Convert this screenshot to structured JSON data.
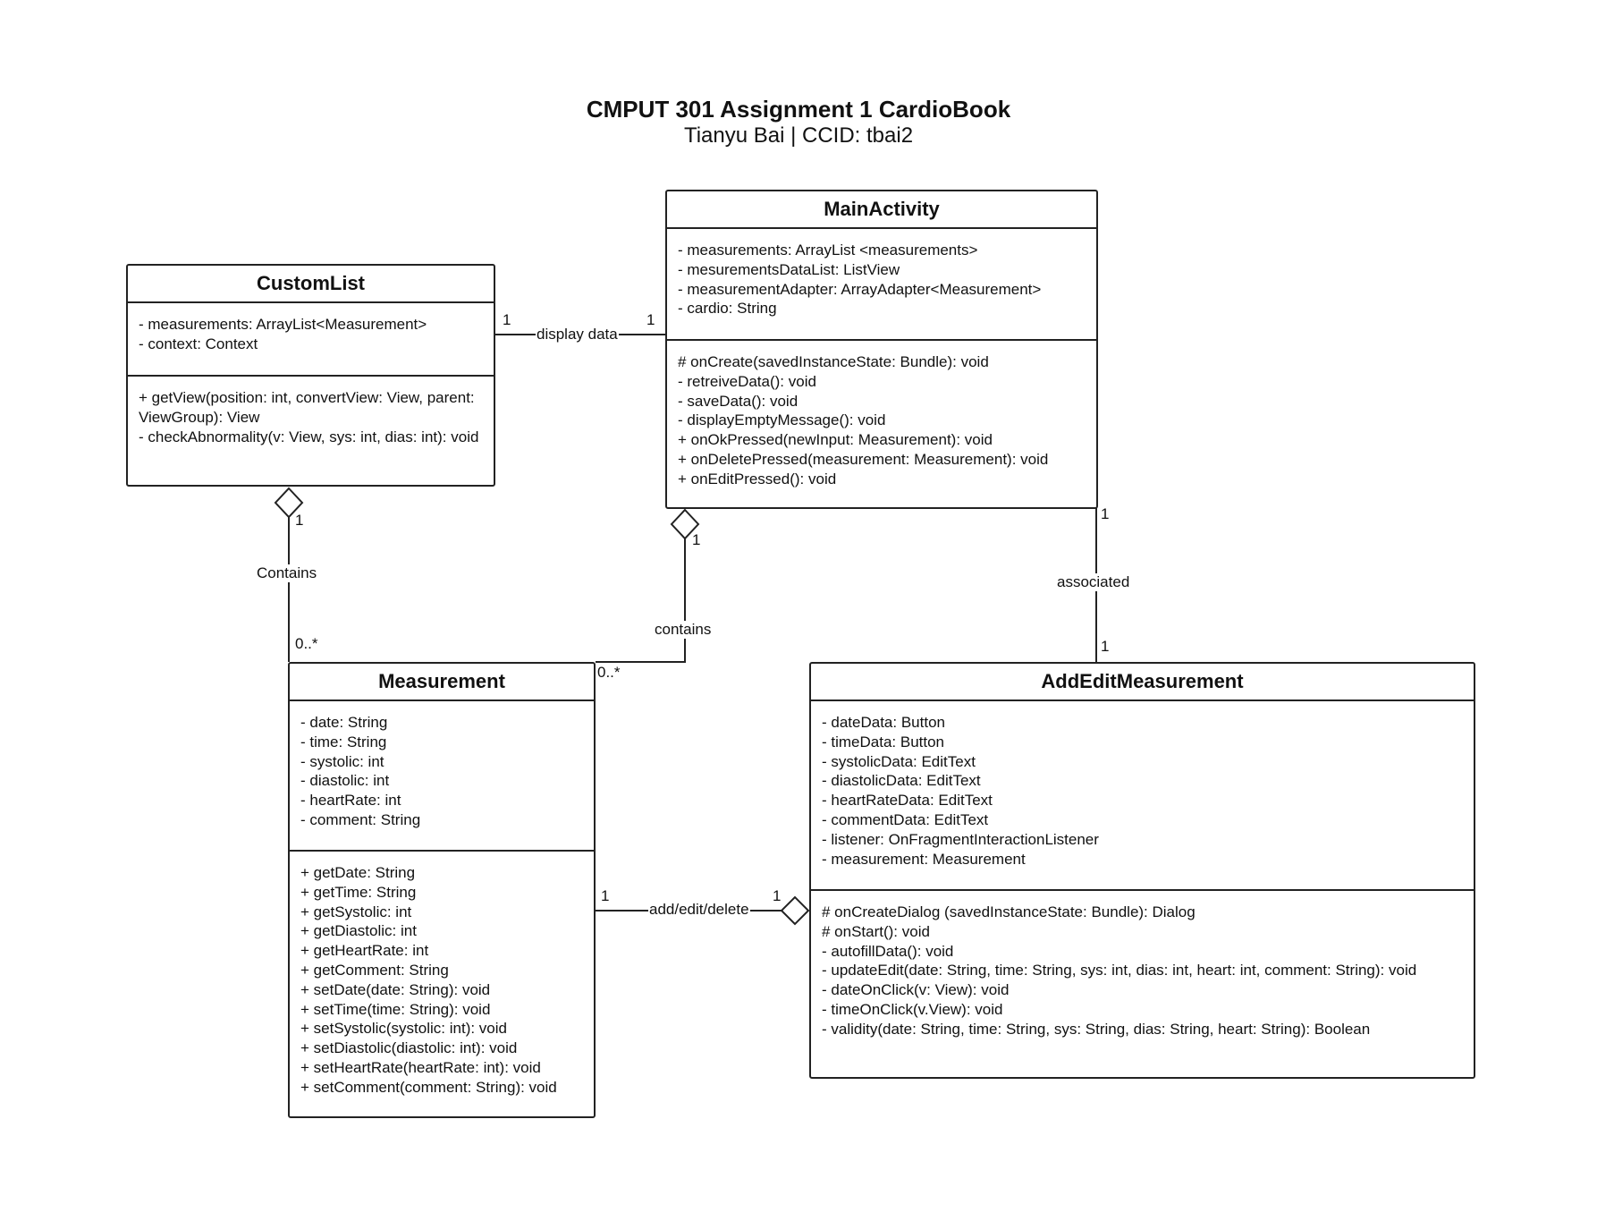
{
  "diagram": {
    "title": "CMPUT 301 Assignment 1 CardioBook",
    "subtitle": "Tianyu Bai |  CCID: tbai2"
  },
  "classes": {
    "custom_list": {
      "name": "CustomList",
      "attributes": [
        "- measurements: ArrayList<Measurement>",
        "- context: Context"
      ],
      "methods": [
        "+ getView(position: int, convertView: View, parent: ViewGroup): View",
        "- checkAbnormality(v: View, sys: int, dias: int): void"
      ]
    },
    "main_activity": {
      "name": "MainActivity",
      "attributes": [
        "- measurements: ArrayList <measurements>",
        "- mesurementsDataList: ListView",
        "- measurementAdapter: ArrayAdapter<Measurement>",
        "- cardio: String"
      ],
      "methods": [
        "# onCreate(savedInstanceState: Bundle): void",
        "- retreiveData(): void",
        "- saveData(): void",
        "- displayEmptyMessage(): void",
        "+ onOkPressed(newInput: Measurement): void",
        "+ onDeletePressed(measurement: Measurement): void",
        "+ onEditPressed(): void"
      ]
    },
    "measurement": {
      "name": "Measurement",
      "attributes": [
        "- date: String",
        "- time: String",
        "- systolic: int",
        "- diastolic: int",
        "- heartRate: int",
        "- comment: String"
      ],
      "methods": [
        "+ getDate: String",
        "+ getTime: String",
        "+ getSystolic: int",
        "+ getDiastolic: int",
        "+ getHeartRate: int",
        "+ getComment: String",
        "+ setDate(date: String): void",
        "+ setTime(time: String): void",
        "+ setSystolic(systolic: int): void",
        "+ setDiastolic(diastolic: int): void",
        "+ setHeartRate(heartRate: int): void",
        "+ setComment(comment: String): void"
      ]
    },
    "add_edit_measurement": {
      "name": "AddEditMeasurement",
      "attributes": [
        "- dateData: Button",
        "- timeData: Button",
        "- systolicData: EditText",
        "- diastolicData: EditText",
        "- heartRateData: EditText",
        "- commentData: EditText",
        "- listener: OnFragmentInteractionListener",
        "- measurement: Measurement"
      ],
      "methods": [
        "# onCreateDialog (savedInstanceState: Bundle): Dialog",
        "# onStart(): void",
        "- autofillData(): void",
        "- updateEdit(date: String, time: String, sys: int, dias: int, heart: int, comment: String): void",
        "- dateOnClick(v: View): void",
        "- timeOnClick(v.View): void",
        "- validity(date: String, time: String, sys: String, dias: String, heart: String): Boolean"
      ]
    }
  },
  "relationships": {
    "display_data": {
      "label": "display data",
      "mult_left": "1",
      "mult_right": "1"
    },
    "custom_list_contains": {
      "label": "Contains",
      "mult_owner": "1",
      "mult_part": "0..*"
    },
    "main_contains": {
      "label": "contains",
      "mult_owner": "1",
      "mult_part": "0..*"
    },
    "associated": {
      "label": "associated",
      "mult_top": "1",
      "mult_bottom": "1"
    },
    "add_edit_delete": {
      "label": "add/edit/delete",
      "mult_left": "1",
      "mult_right": "1"
    }
  }
}
